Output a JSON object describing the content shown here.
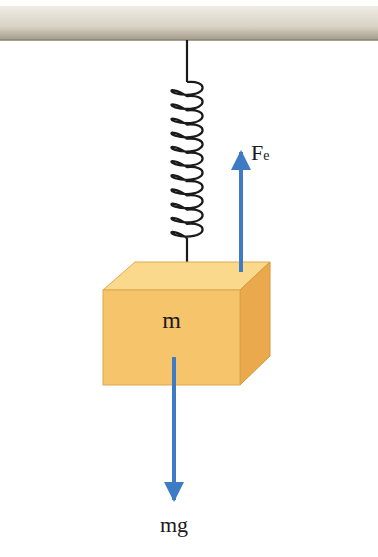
{
  "diagram": {
    "nodes": [
      {
        "text": [
          "m"
        ]
      }
    ],
    "labels": [
      "Fe",
      "mg"
    ]
  }
}
